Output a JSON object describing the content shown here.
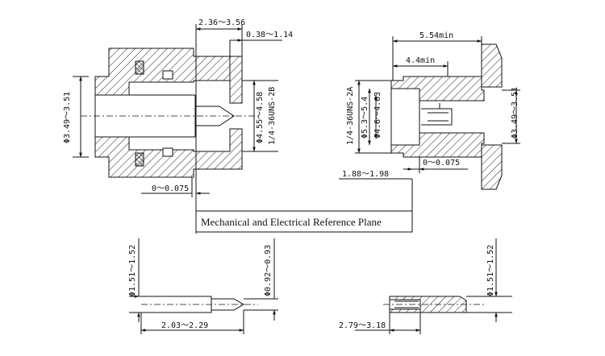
{
  "figure": {
    "reference_plane_label": "Mechanical and Electrical Reference Plane"
  },
  "left_view": {
    "dims": {
      "top_range": "2.36～3.56",
      "top_gap": "0.38～1.14",
      "outer_dia": "Φ3.49～3.51",
      "inner_dia": "Φ4.55～4.58",
      "thread": "1/4-36UNS-2B",
      "bottom_offset": "0～0.075"
    }
  },
  "right_view": {
    "dims": {
      "flange_len": "5.54min",
      "body_len": "4.4min",
      "thread": "1/4-36UNS-2A",
      "dia_a": "Φ5.3～5.4",
      "dia_b": "Φ4.6～4.63",
      "dia_c": "Φ3.49～3.51",
      "bottom_len": "1.88～1.98",
      "bottom_offset": "0～0.075"
    }
  },
  "pin_view": {
    "dims": {
      "pin_dia": "Φ1.51～1.52",
      "tip_dia": "Φ0.92～0.93",
      "length": "2.03～2.29"
    }
  },
  "socket_view": {
    "dims": {
      "dia": "Φ1.51～1.52",
      "length": "2.79～3.18"
    }
  }
}
